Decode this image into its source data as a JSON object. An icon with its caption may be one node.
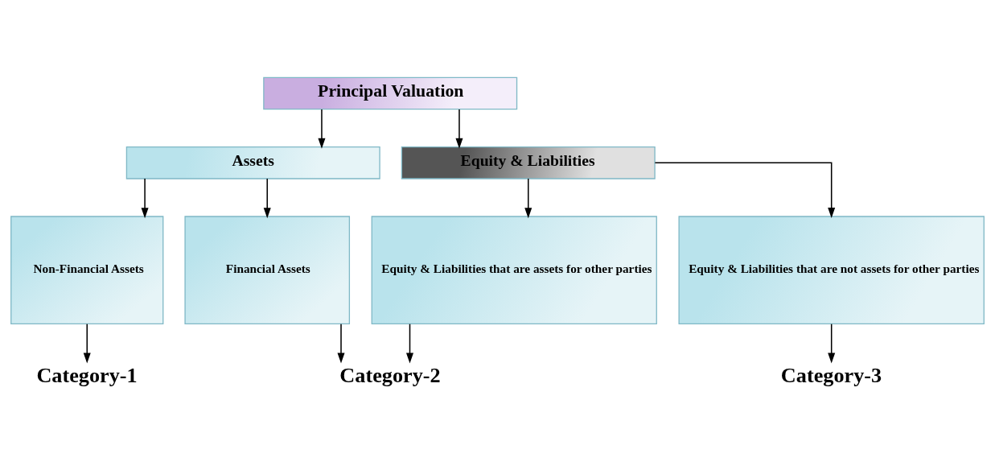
{
  "diagram": {
    "nodes": [
      {
        "text": [
          "Principal Valuation"
        ]
      },
      {
        "text": [
          "Assets"
        ]
      },
      {
        "text": [
          "Equity & Liabilities"
        ]
      },
      {
        "text": [
          "Non-Financial Assets"
        ]
      },
      {
        "text": [
          "Financial Assets"
        ]
      },
      {
        "text": [
          "Equity & Liabilities that are assets for other parties"
        ]
      },
      {
        "text": [
          "Equity & Liabilities that are not assets for other parties"
        ]
      },
      {
        "text": [
          "Category-1"
        ]
      },
      {
        "text": [
          "Category-2"
        ]
      },
      {
        "text": [
          "Category-3"
        ]
      }
    ],
    "edges": [
      {
        "from": 0,
        "to": 1,
        "arrow": "to"
      },
      {
        "from": 0,
        "to": 2,
        "arrow": "to"
      },
      {
        "from": 1,
        "to": 3,
        "arrow": "to"
      },
      {
        "from": 1,
        "to": 4,
        "arrow": "to"
      },
      {
        "from": 2,
        "to": 5,
        "arrow": "to"
      },
      {
        "from": 2,
        "to": 6,
        "arrow": "to"
      },
      {
        "from": 3,
        "to": 7,
        "arrow": "to"
      },
      {
        "from": 4,
        "to": 8,
        "arrow": "to"
      },
      {
        "from": 5,
        "to": 8,
        "arrow": "to"
      },
      {
        "from": 6,
        "to": 9,
        "arrow": "to"
      }
    ]
  }
}
